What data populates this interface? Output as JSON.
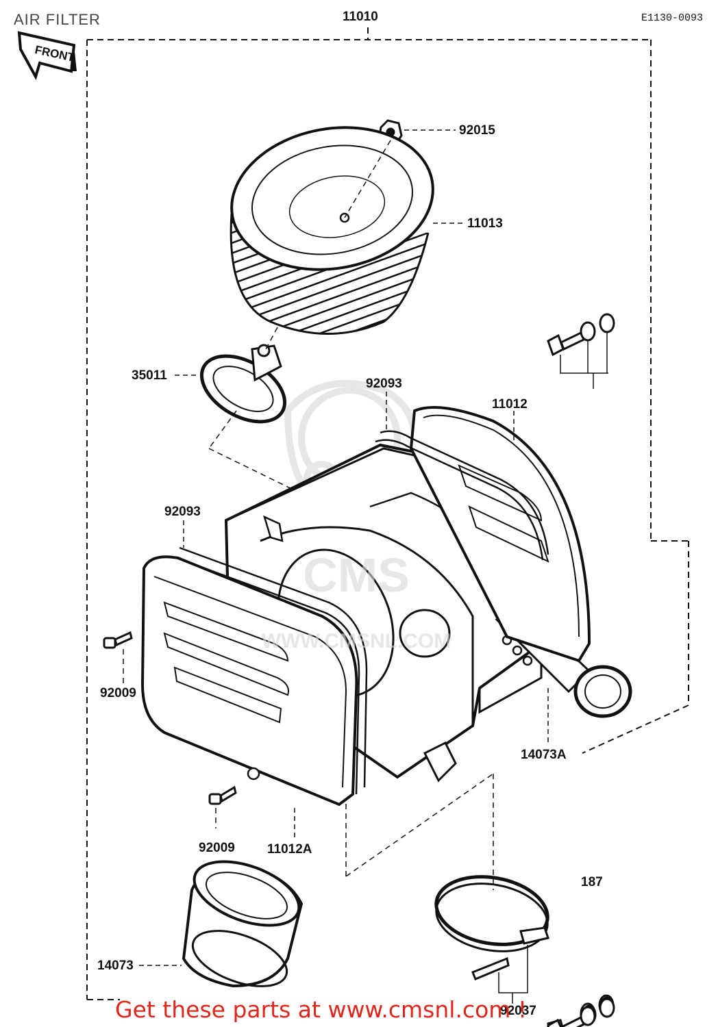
{
  "header": {
    "title": "AIR FILTER",
    "diagram_code": "E1130-0093",
    "front_label": "FRONT"
  },
  "parts": [
    {
      "id": "p_11010",
      "number": "11010"
    },
    {
      "id": "p_92015",
      "number": "92015"
    },
    {
      "id": "p_11013",
      "number": "11013"
    },
    {
      "id": "p_35011",
      "number": "35011"
    },
    {
      "id": "p_92093a",
      "number": "92093"
    },
    {
      "id": "p_11012",
      "number": "11012"
    },
    {
      "id": "p_92093b",
      "number": "92093"
    },
    {
      "id": "p_92009a",
      "number": "92009"
    },
    {
      "id": "p_14073A",
      "number": "14073A"
    },
    {
      "id": "p_187",
      "number": "187"
    },
    {
      "id": "p_92009b",
      "number": "92009"
    },
    {
      "id": "p_11012A",
      "number": "11012A"
    },
    {
      "id": "p_14073",
      "number": "14073"
    },
    {
      "id": "p_92037",
      "number": "92037"
    }
  ],
  "watermark": {
    "brand": "CMS",
    "url": "WWW.CMSNL.COM"
  },
  "footer": {
    "promo": "Get these parts at www.cmsnl.com !"
  },
  "colors": {
    "line": "#111111",
    "promo": "#e0261b",
    "watermark": "#c8c8c8"
  }
}
